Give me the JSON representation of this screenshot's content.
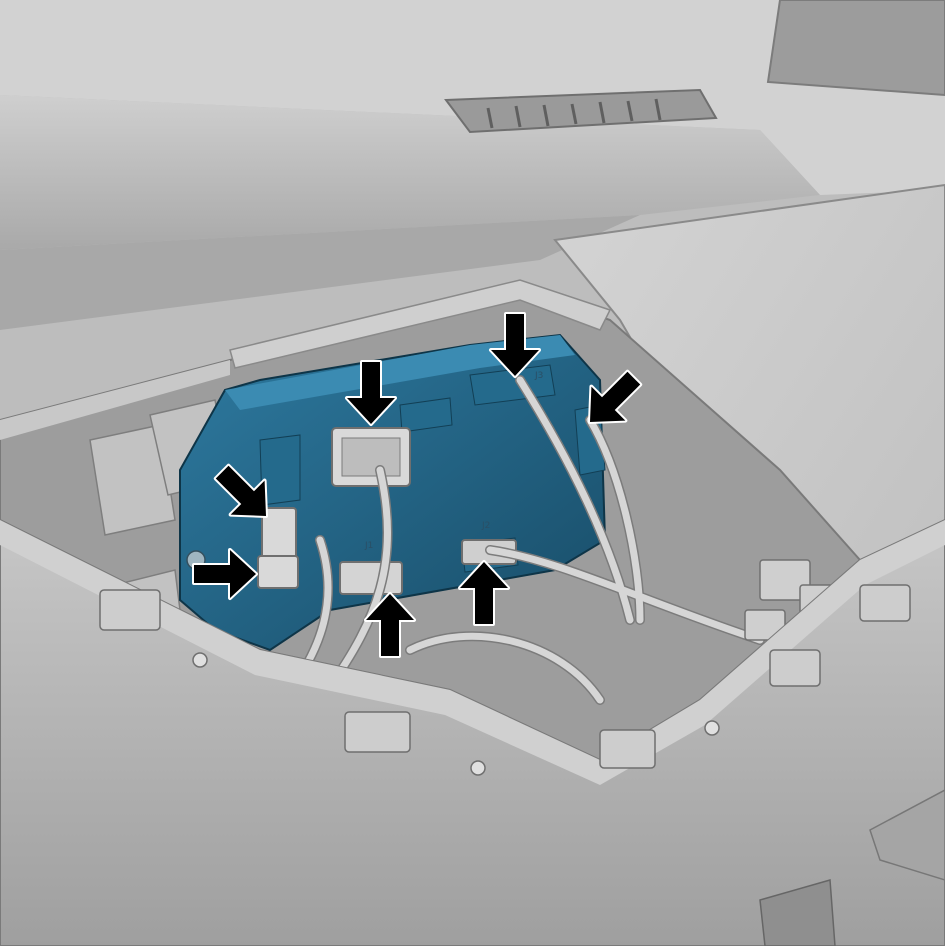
{
  "connector_labels": {
    "j1": "J1",
    "j2": "J2",
    "j3": "J3"
  },
  "colors": {
    "module": "#1f5f80",
    "module_dark": "#15455e",
    "module_light": "#3a86aa",
    "background_gray": "#b9b9b9",
    "arrow_fill": "#000000",
    "arrow_outline": "#ffffff"
  },
  "callout_arrows": [
    {
      "name": "arrow-top-center-connector",
      "direction": "down"
    },
    {
      "name": "arrow-top-right-connector",
      "direction": "down"
    },
    {
      "name": "arrow-right-side-connector",
      "direction": "down-left"
    },
    {
      "name": "arrow-left-upper-connector",
      "direction": "down-right"
    },
    {
      "name": "arrow-left-lower-connector",
      "direction": "right"
    },
    {
      "name": "arrow-j1-connector",
      "direction": "up"
    },
    {
      "name": "arrow-j2-connector",
      "direction": "up"
    }
  ]
}
